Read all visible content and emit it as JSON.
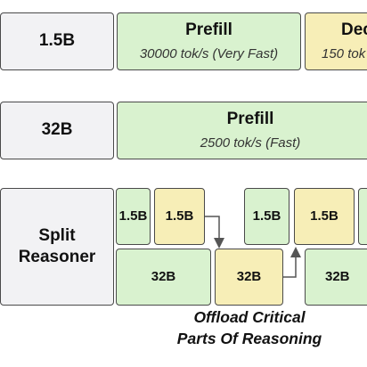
{
  "rows": {
    "small_model": {
      "label": "1.5B",
      "prefill": {
        "title": "Prefill",
        "speed": "30000 tok/s (Very Fast)"
      },
      "decode": {
        "title": "Dec",
        "speed": "150 tok"
      }
    },
    "large_model": {
      "label": "32B",
      "prefill": {
        "title": "Prefill",
        "speed": "2500 tok/s (Fast)"
      }
    },
    "split": {
      "label_line1": "Split",
      "label_line2": "Reasoner",
      "top_blocks": [
        "1.5B",
        "1.5B",
        "1.5B",
        "1.5B"
      ],
      "bottom_blocks": [
        "32B",
        "32B",
        "32B"
      ]
    }
  },
  "caption": {
    "line1": "Offload Critical",
    "line2": "Parts Of Reasoning"
  },
  "colors": {
    "gray": "#f2f2f4",
    "green": "#d9f2cf",
    "yellow": "#f7eeb7",
    "border": "#4a4a4a"
  }
}
